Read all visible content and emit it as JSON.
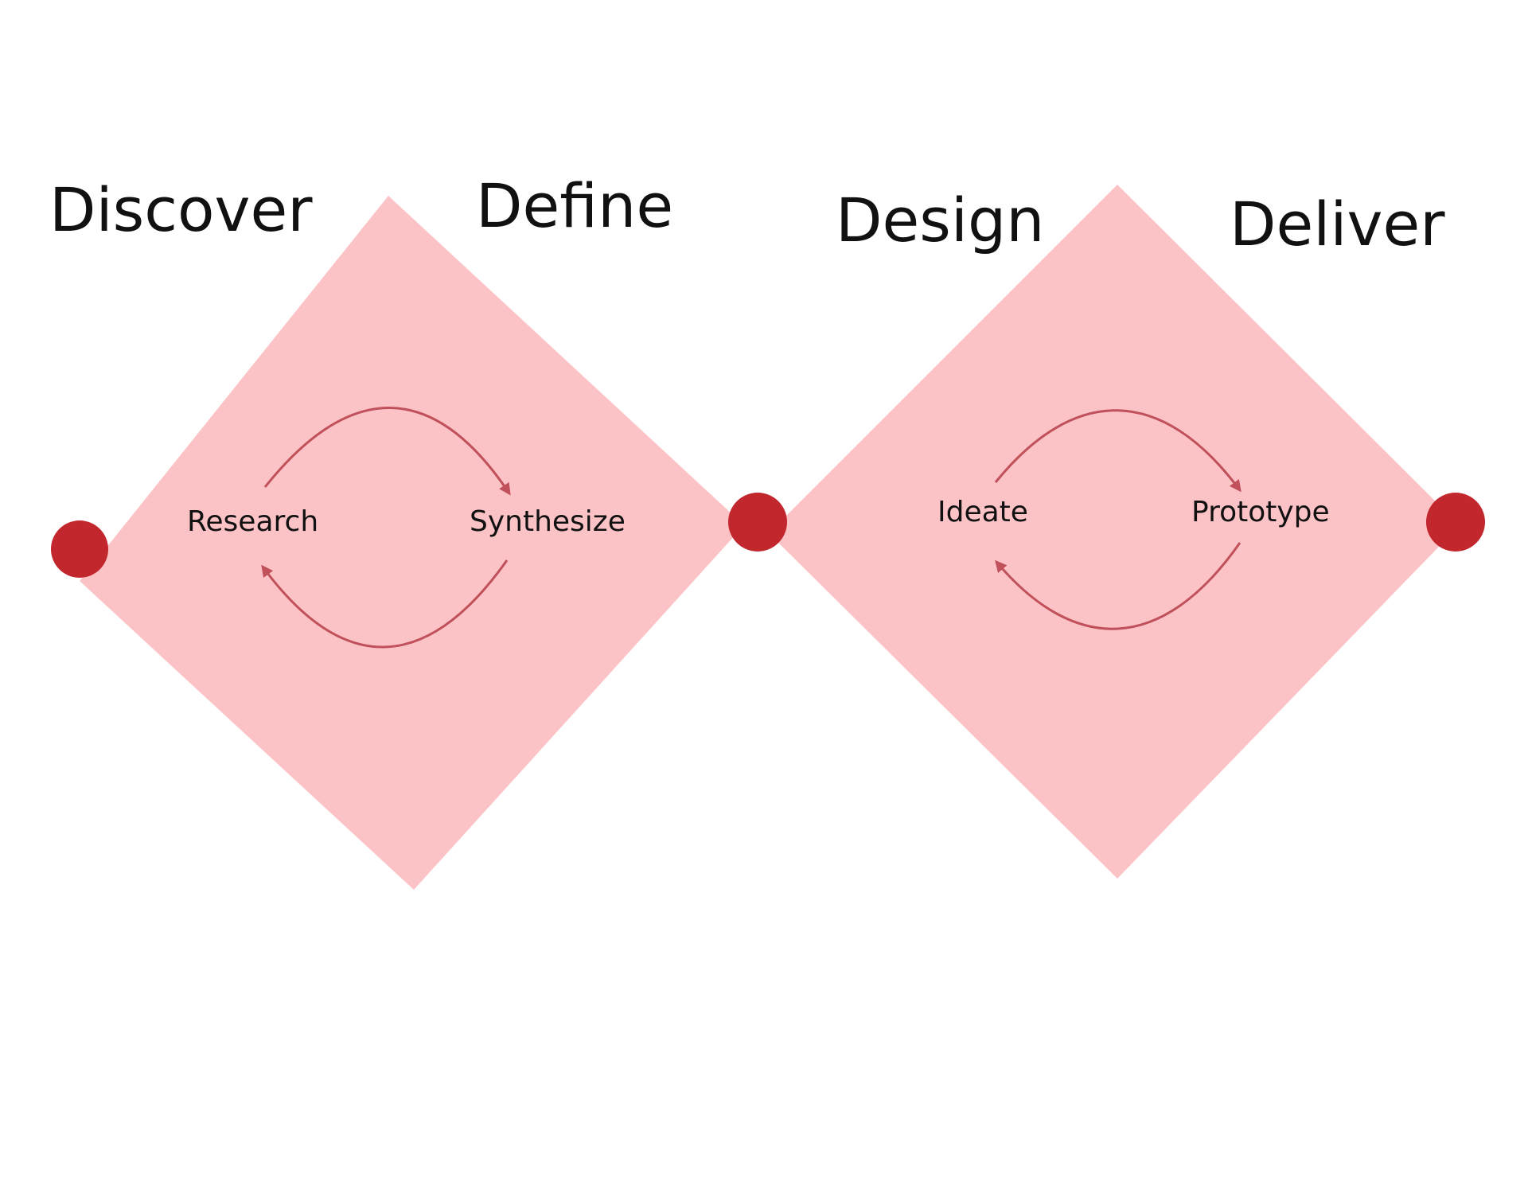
{
  "colors": {
    "diamond_fill": "#fcc3c7",
    "node_fill": "#c1272d",
    "arrow_stroke": "#c0505a",
    "text": "#111111",
    "background": "#ffffff"
  },
  "phases": {
    "discover": "Discover",
    "define": "Define",
    "design": "Design",
    "deliver": "Deliver"
  },
  "cycles": {
    "first": {
      "left": "Research",
      "right": "Synthesize"
    },
    "second": {
      "left": "Ideate",
      "right": "Prototype"
    }
  }
}
